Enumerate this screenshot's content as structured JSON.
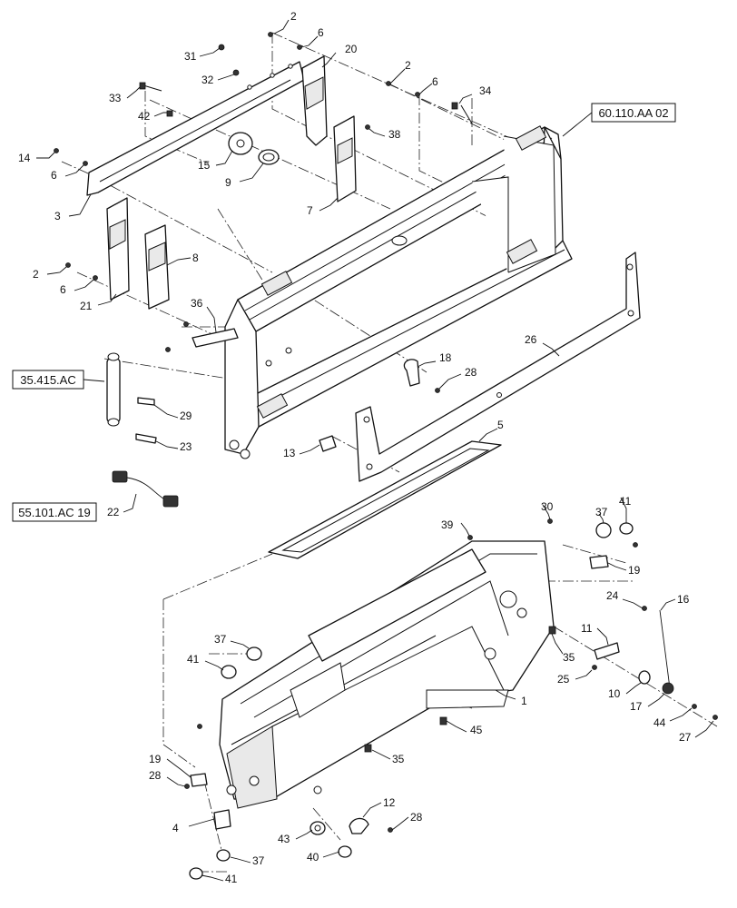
{
  "reference_boxes": [
    {
      "id": "ref-60-110",
      "label": "60.110.AA 02"
    },
    {
      "id": "ref-35-415",
      "label": "35.415.AC"
    },
    {
      "id": "ref-55-101",
      "label": "55.101.AC 19"
    }
  ],
  "callouts": [
    {
      "num": "2"
    },
    {
      "num": "6"
    },
    {
      "num": "31"
    },
    {
      "num": "20"
    },
    {
      "num": "32"
    },
    {
      "num": "2"
    },
    {
      "num": "6"
    },
    {
      "num": "33"
    },
    {
      "num": "34"
    },
    {
      "num": "42"
    },
    {
      "num": "38"
    },
    {
      "num": "15"
    },
    {
      "num": "14"
    },
    {
      "num": "6"
    },
    {
      "num": "9"
    },
    {
      "num": "3"
    },
    {
      "num": "7"
    },
    {
      "num": "8"
    },
    {
      "num": "2"
    },
    {
      "num": "6"
    },
    {
      "num": "21"
    },
    {
      "num": "36"
    },
    {
      "num": "26"
    },
    {
      "num": "18"
    },
    {
      "num": "28"
    },
    {
      "num": "29"
    },
    {
      "num": "5"
    },
    {
      "num": "13"
    },
    {
      "num": "23"
    },
    {
      "num": "22"
    },
    {
      "num": "30"
    },
    {
      "num": "41"
    },
    {
      "num": "37"
    },
    {
      "num": "39"
    },
    {
      "num": "19"
    },
    {
      "num": "16"
    },
    {
      "num": "24"
    },
    {
      "num": "11"
    },
    {
      "num": "37"
    },
    {
      "num": "35"
    },
    {
      "num": "41"
    },
    {
      "num": "25"
    },
    {
      "num": "10"
    },
    {
      "num": "17"
    },
    {
      "num": "1"
    },
    {
      "num": "44"
    },
    {
      "num": "27"
    },
    {
      "num": "45"
    },
    {
      "num": "35"
    },
    {
      "num": "19"
    },
    {
      "num": "28"
    },
    {
      "num": "12"
    },
    {
      "num": "4"
    },
    {
      "num": "28"
    },
    {
      "num": "43"
    },
    {
      "num": "40"
    },
    {
      "num": "37"
    },
    {
      "num": "41"
    }
  ]
}
